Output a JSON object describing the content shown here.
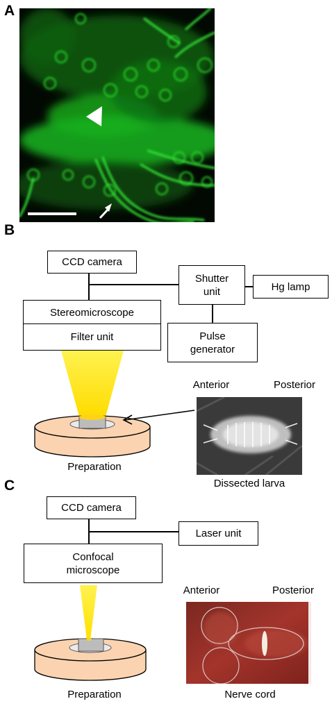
{
  "panels": {
    "a": {
      "letter": "A"
    },
    "b": {
      "letter": "B",
      "ccd": "CCD camera",
      "shutter": "Shutter unit",
      "hg": "Hg lamp",
      "stereo": "Stereomicroscope",
      "filter": "Filter unit",
      "pulse": "Pulse generator",
      "anterior": "Anterior",
      "posterior": "Posterior",
      "preparation": "Preparation",
      "larva": "Dissected larva"
    },
    "c": {
      "letter": "C",
      "ccd": "CCD camera",
      "laser": "Laser unit",
      "confocal": "Confocal microscope",
      "anterior": "Anterior",
      "posterior": "Posterior",
      "preparation": "Preparation",
      "nerve": "Nerve cord"
    }
  },
  "colors": {
    "fluorescence_green": "#16c21a",
    "light_yellow": "#ffee33",
    "dish_fill": "#fbd3b0",
    "dish_stroke": "#000000",
    "nerve_red": "#8e2a22"
  }
}
